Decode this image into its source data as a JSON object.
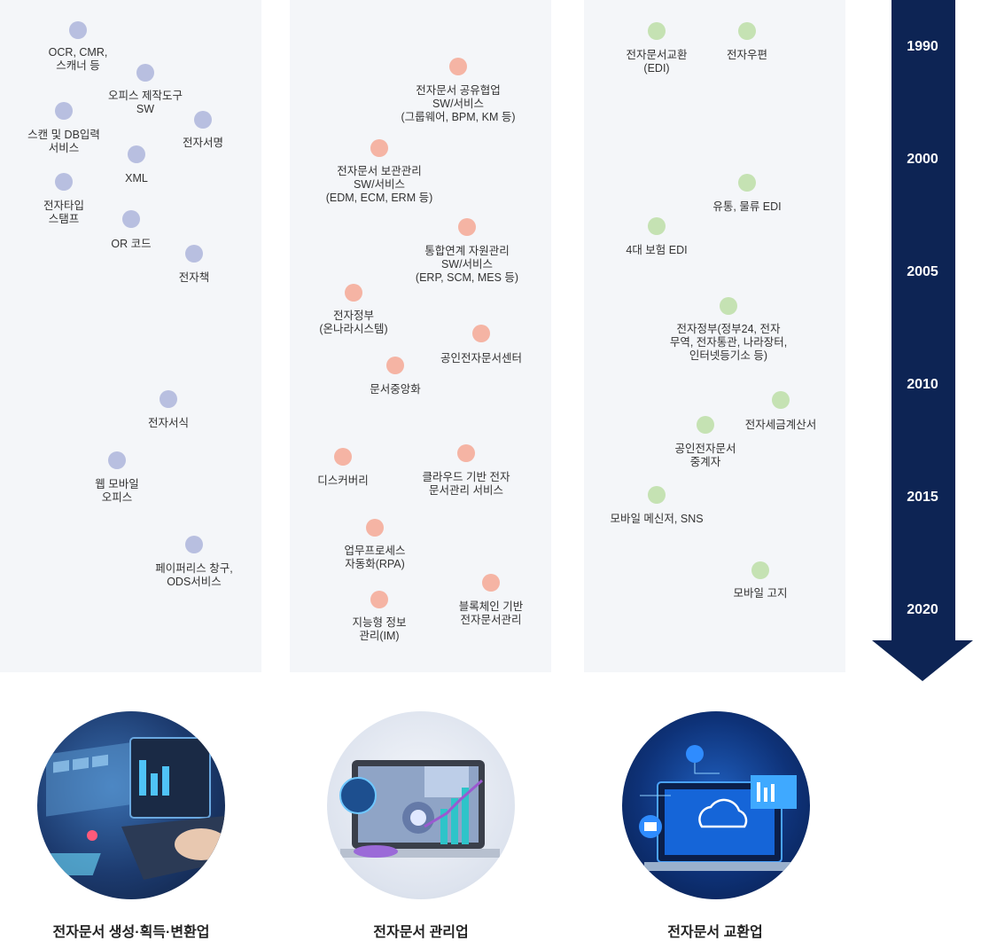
{
  "colors": {
    "panel_bg": "#f4f6f9",
    "creation_dot": "#b8bfe0",
    "management_dot": "#f5b4a4",
    "exchange_dot": "#c5e2b3",
    "timeline": "#0d2454"
  },
  "timeline": {
    "years": [
      "1990",
      "2000",
      "2005",
      "2010",
      "2015",
      "2020"
    ]
  },
  "columns": [
    {
      "caption": "전자문서 생성·획득·변환업",
      "image_icon": "laptop-data-dashboard-icon",
      "items": [
        {
          "label": "OCR, CMR,\n스캐너 등"
        },
        {
          "label": "오피스 제작도구\nSW"
        },
        {
          "label": "스캔 및 DB입력\n서비스"
        },
        {
          "label": "전자서명"
        },
        {
          "label": "XML"
        },
        {
          "label": "전자타입\n스탬프"
        },
        {
          "label": "OR 코드"
        },
        {
          "label": "전자책"
        },
        {
          "label": "전자서식"
        },
        {
          "label": "웹 모바일\n오피스"
        },
        {
          "label": "페이퍼리스 창구,\nODS서비스"
        }
      ]
    },
    {
      "caption": "전자문서 관리업",
      "image_icon": "laptop-analytics-chart-icon",
      "items": [
        {
          "label": "전자문서 공유협업\nSW/서비스\n(그룹웨어, BPM, KM 등)"
        },
        {
          "label": "전자문서 보관관리\nSW/서비스\n(EDM, ECM, ERM 등)"
        },
        {
          "label": "통합연계 자원관리\nSW/서비스\n(ERP, SCM, MES 등)"
        },
        {
          "label": "전자정부\n(온나라시스템)"
        },
        {
          "label": "공인전자문서센터"
        },
        {
          "label": "문서중앙화"
        },
        {
          "label": "디스커버리"
        },
        {
          "label": "클라우드 기반 전자\n문서관리 서비스"
        },
        {
          "label": "업무프로세스\n자동화(RPA)"
        },
        {
          "label": "지능형 정보\n관리(IM)"
        },
        {
          "label": "블록체인 기반\n전자문서관리"
        }
      ]
    },
    {
      "caption": "전자문서 교환업",
      "image_icon": "laptop-cloud-network-icon",
      "items": [
        {
          "label": "전자문서교환\n(EDI)"
        },
        {
          "label": "전자우편"
        },
        {
          "label": "유통, 물류 EDI"
        },
        {
          "label": "4대 보험 EDI"
        },
        {
          "label": "전자정부(정부24, 전자\n무역, 전자통관, 나라장터,\n인터넷등기소 등)"
        },
        {
          "label": "전자세금계산서"
        },
        {
          "label": "공인전자문서\n중계자"
        },
        {
          "label": "모바일 메신저, SNS"
        },
        {
          "label": "모바일 고지"
        }
      ]
    }
  ]
}
